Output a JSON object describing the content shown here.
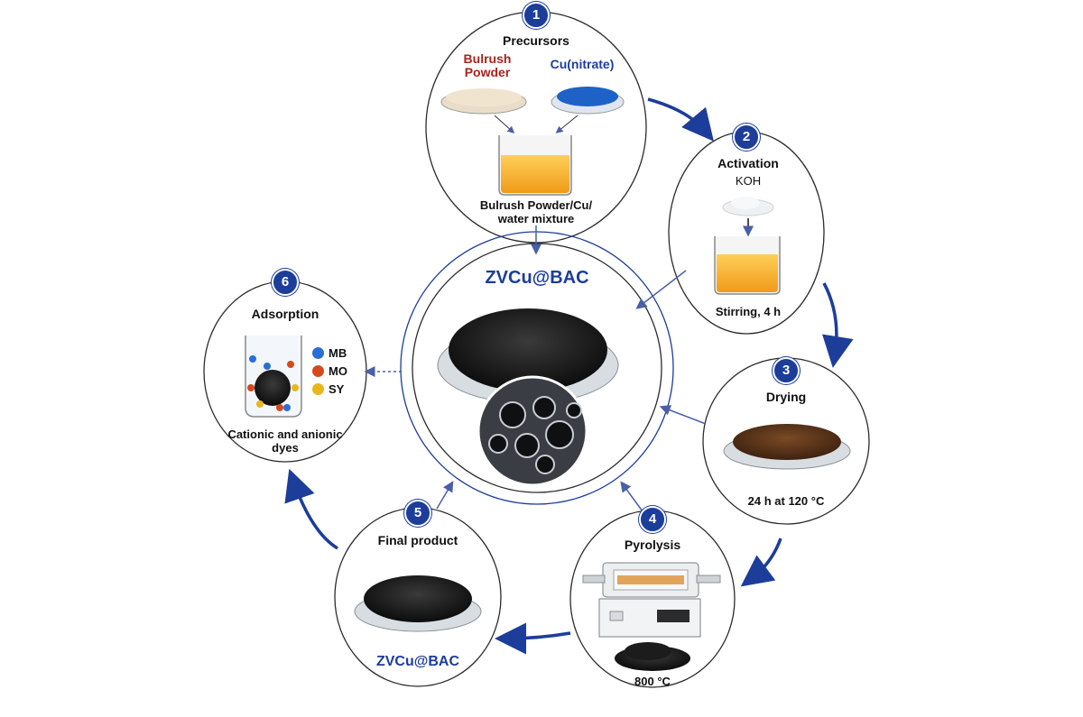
{
  "center": {
    "title": "ZVCu@BAC"
  },
  "steps": [
    {
      "number": "1",
      "title": "Precursors",
      "items": [
        "Bulrush",
        "Powder",
        "Cu(nitrate)"
      ],
      "caption": [
        "Bulrush Powder/Cu/",
        "water mixture"
      ]
    },
    {
      "number": "2",
      "title": "Activation",
      "reagent": "KOH",
      "caption": "Stirring, 4 h"
    },
    {
      "number": "3",
      "title": "Drying",
      "caption": "24 h at 120 °C"
    },
    {
      "number": "4",
      "title": "Pyrolysis",
      "caption": "800 °C"
    },
    {
      "number": "5",
      "title": "Final product",
      "caption": "ZVCu@BAC"
    },
    {
      "number": "6",
      "title": "Adsorption",
      "legend": [
        "MB",
        "MO",
        "SY"
      ],
      "caption": [
        "Cationic and anionic",
        "dyes"
      ]
    }
  ],
  "colors": {
    "accent": "#1c3d9a",
    "bulrush": "#a8231f",
    "mb": "#2a6fd6",
    "mo": "#d44a1e",
    "sy": "#e8b51c"
  }
}
